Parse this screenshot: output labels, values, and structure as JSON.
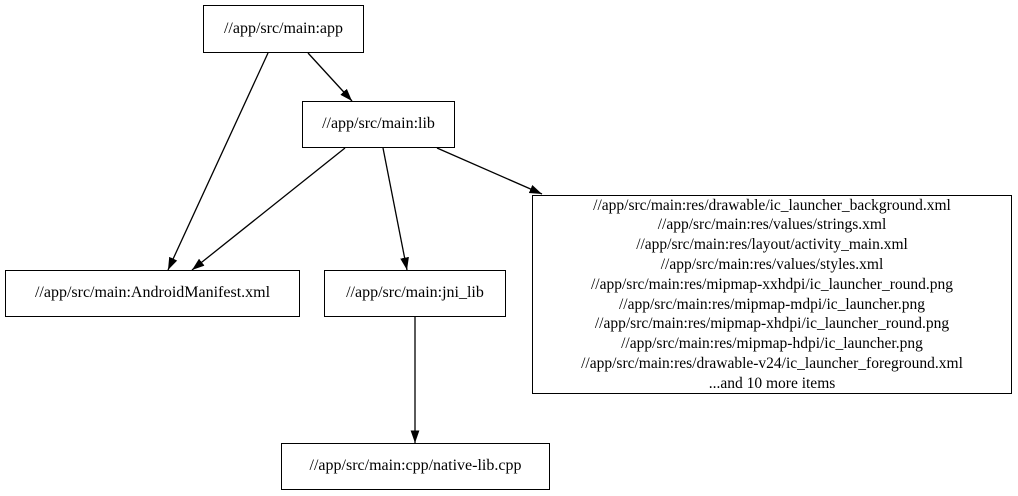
{
  "graph": {
    "background_color": "#ffffff",
    "node_border_color": "#000000",
    "edge_color": "#000000",
    "text_color": "#000000",
    "nodes": {
      "app": {
        "label": "//app/src/main:app"
      },
      "lib": {
        "label": "//app/src/main:lib"
      },
      "manifest": {
        "label": "//app/src/main:AndroidManifest.xml"
      },
      "jni_lib": {
        "label": "//app/src/main:jni_lib"
      },
      "resources": {
        "lines": [
          "//app/src/main:res/drawable/ic_launcher_background.xml",
          "//app/src/main:res/values/strings.xml",
          "//app/src/main:res/layout/activity_main.xml",
          "//app/src/main:res/values/styles.xml",
          "//app/src/main:res/mipmap-xxhdpi/ic_launcher_round.png",
          "//app/src/main:res/mipmap-mdpi/ic_launcher.png",
          "//app/src/main:res/mipmap-xhdpi/ic_launcher_round.png",
          "//app/src/main:res/mipmap-hdpi/ic_launcher.png",
          "//app/src/main:res/drawable-v24/ic_launcher_foreground.xml",
          "...and 10 more items"
        ]
      },
      "native": {
        "label": "//app/src/main:cpp/native-lib.cpp"
      }
    },
    "edges": [
      {
        "from": "//app/src/main:app",
        "to": "//app/src/main:AndroidManifest.xml"
      },
      {
        "from": "//app/src/main:app",
        "to": "//app/src/main:lib"
      },
      {
        "from": "//app/src/main:lib",
        "to": "//app/src/main:AndroidManifest.xml"
      },
      {
        "from": "//app/src/main:lib",
        "to": "//app/src/main:jni_lib"
      },
      {
        "from": "//app/src/main:lib",
        "to": "resources-group"
      },
      {
        "from": "//app/src/main:jni_lib",
        "to": "//app/src/main:cpp/native-lib.cpp"
      }
    ]
  }
}
